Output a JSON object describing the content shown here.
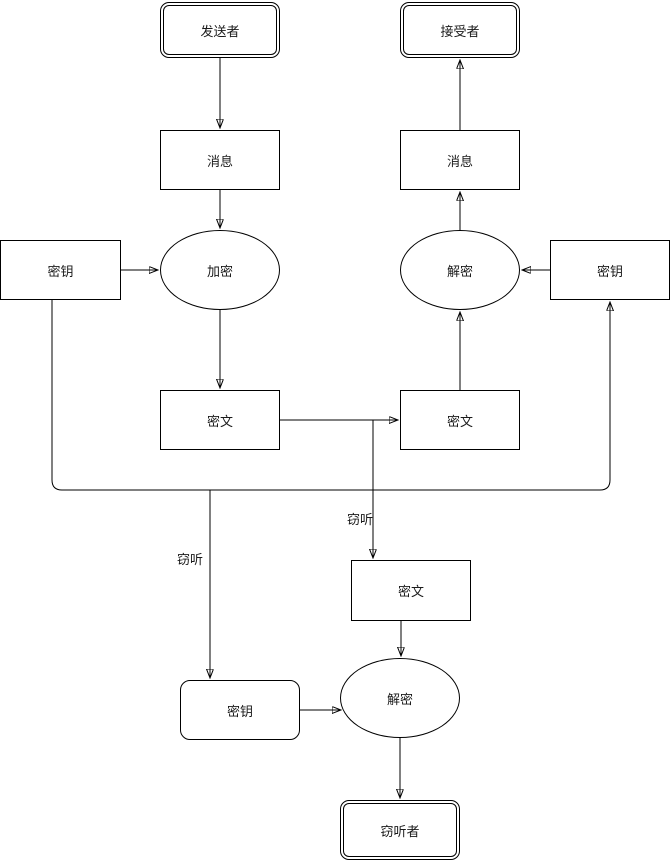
{
  "diagram": {
    "type": "flowchart",
    "topic": "symmetric-encryption-with-eavesdropper",
    "nodes": {
      "sender": {
        "label": "发送者",
        "shape": "terminator-double-rounded"
      },
      "receiver": {
        "label": "接受者",
        "shape": "terminator-double-rounded"
      },
      "message_left": {
        "label": "消息",
        "shape": "rectangle"
      },
      "message_right": {
        "label": "消息",
        "shape": "rectangle"
      },
      "key_left": {
        "label": "密钥",
        "shape": "rectangle"
      },
      "key_right": {
        "label": "密钥",
        "shape": "rectangle"
      },
      "encrypt": {
        "label": "加密",
        "shape": "ellipse"
      },
      "decrypt": {
        "label": "解密",
        "shape": "ellipse"
      },
      "ciphertext_left": {
        "label": "密文",
        "shape": "rectangle"
      },
      "ciphertext_right": {
        "label": "密文",
        "shape": "rectangle"
      },
      "ciphertext_eavesdropped": {
        "label": "密文",
        "shape": "rectangle"
      },
      "key_eavesdropped": {
        "label": "密钥",
        "shape": "rounded-rectangle"
      },
      "decrypt_eavesdropper": {
        "label": "解密",
        "shape": "ellipse"
      },
      "eavesdropper": {
        "label": "窃听者",
        "shape": "terminator-double-rounded"
      }
    },
    "edge_labels": {
      "eavesdrop_key": "窃听",
      "eavesdrop_ciphertext": "窃听"
    },
    "colors": {
      "stroke": "#000000",
      "background": "#ffffff",
      "text": "#1a1a1a"
    }
  }
}
